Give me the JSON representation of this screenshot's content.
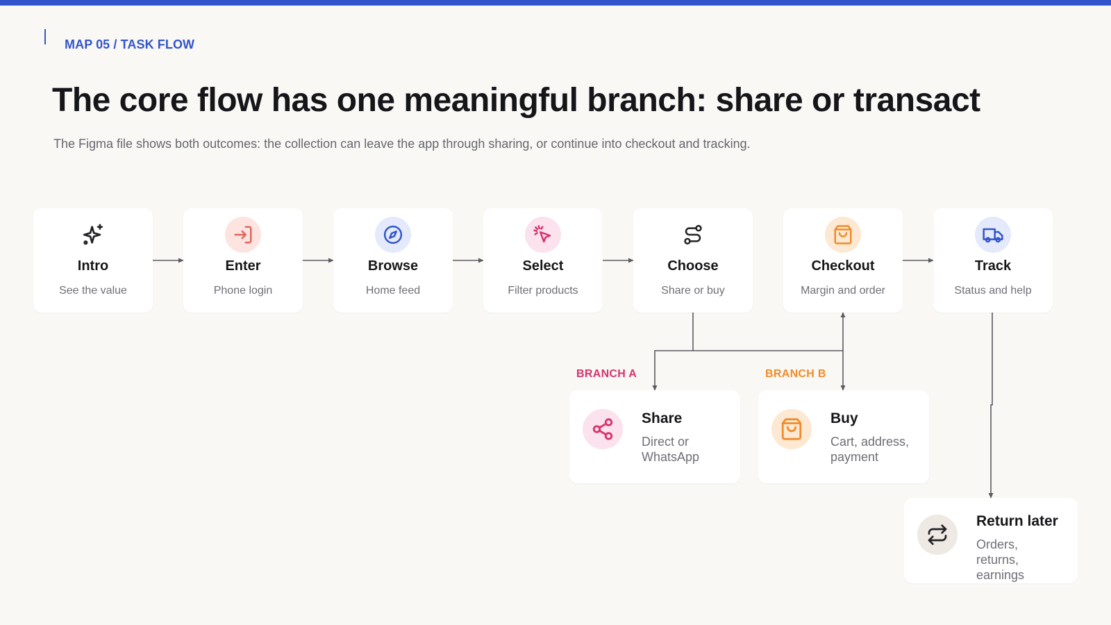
{
  "header": {
    "eyebrow": "MAP 05 / TASK FLOW",
    "title": "The core flow has one meaningful branch: share or transact",
    "subtitle": "The Figma file shows both outcomes: the collection can leave the app through sharing, or continue into checkout and tracking."
  },
  "colors": {
    "accent": "#3355cc",
    "coral": "#e0665c",
    "blue": "#3355cc",
    "pink": "#d6336c",
    "amber": "#f08c2a",
    "connector": "#5a5a60"
  },
  "steps": [
    {
      "title": "Intro",
      "subtitle": "See the value",
      "icon": "sparkle-icon"
    },
    {
      "title": "Enter",
      "subtitle": "Phone login",
      "icon": "login-icon"
    },
    {
      "title": "Browse",
      "subtitle": "Home feed",
      "icon": "compass-icon"
    },
    {
      "title": "Select",
      "subtitle": "Filter products",
      "icon": "pointer-click-icon"
    },
    {
      "title": "Choose",
      "subtitle": "Share or buy",
      "icon": "route-icon"
    },
    {
      "title": "Checkout",
      "subtitle": "Margin and order",
      "icon": "shopping-bag-icon"
    },
    {
      "title": "Track",
      "subtitle": "Status and help",
      "icon": "truck-icon"
    }
  ],
  "branches": [
    {
      "label": "BRANCH A",
      "title": "Share",
      "subtitle": "Direct or WhatsApp",
      "icon": "share-icon"
    },
    {
      "label": "BRANCH B",
      "title": "Buy",
      "subtitle": "Cart, address, payment",
      "icon": "shopping-bag-icon"
    }
  ],
  "return_later": {
    "title": "Return later",
    "subtitle": "Orders, returns, earnings",
    "icon": "repeat-icon"
  }
}
